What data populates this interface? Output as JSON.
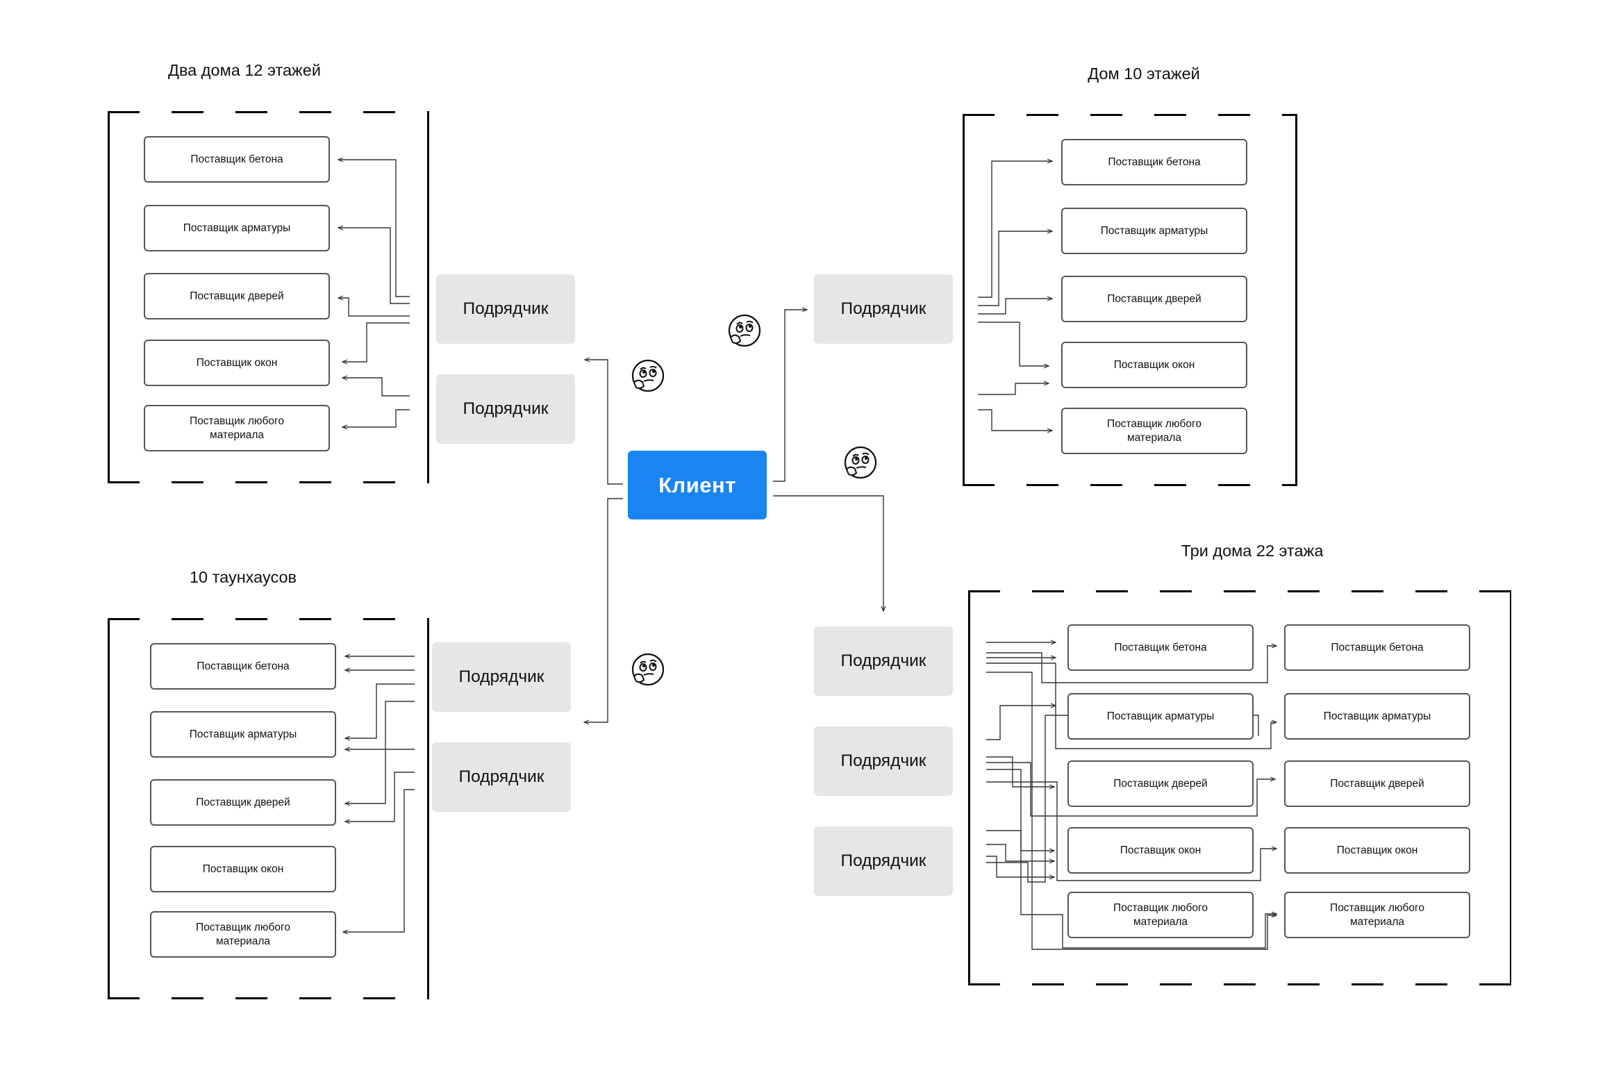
{
  "client": {
    "label": "Клиент",
    "color": "#1a84f1"
  },
  "contractor_label": "Подрядчик",
  "groups": [
    {
      "title": "Два дома 12 этажей",
      "suppliers": [
        "Поставщик бетона",
        "Поставщик арматуры",
        "Поставщик дверей",
        "Поставщик окон",
        "Поставщик любого\nматериала"
      ]
    },
    {
      "title": "Дом 10 этажей",
      "suppliers": [
        "Поставщик бетона",
        "Поставщик арматуры",
        "Поставщик дверей",
        "Поставщик окон",
        "Поставщик любого\nматериала"
      ]
    },
    {
      "title": "10 таунхаусов",
      "suppliers": [
        "Поставщик бетона",
        "Поставщик арматуры",
        "Поставщик дверей",
        "Поставщик окон",
        "Поставщик любого\nматериала"
      ]
    },
    {
      "title": "Три дома 22 этажа",
      "suppliers_col1": [
        "Поставщик бетона",
        "Поставщик арматуры",
        "Поставщик дверей",
        "Поставщик окон",
        "Поставщик любого\nматериала"
      ],
      "suppliers_col2": [
        "Поставщик бетона",
        "Поставщик арматуры",
        "Поставщик дверей",
        "Поставщик окон",
        "Поставщик любого\nматериала"
      ]
    }
  ],
  "icons": [
    "thinking-face-icon",
    "thinking-face-icon",
    "thinking-face-icon",
    "thinking-face-icon"
  ]
}
